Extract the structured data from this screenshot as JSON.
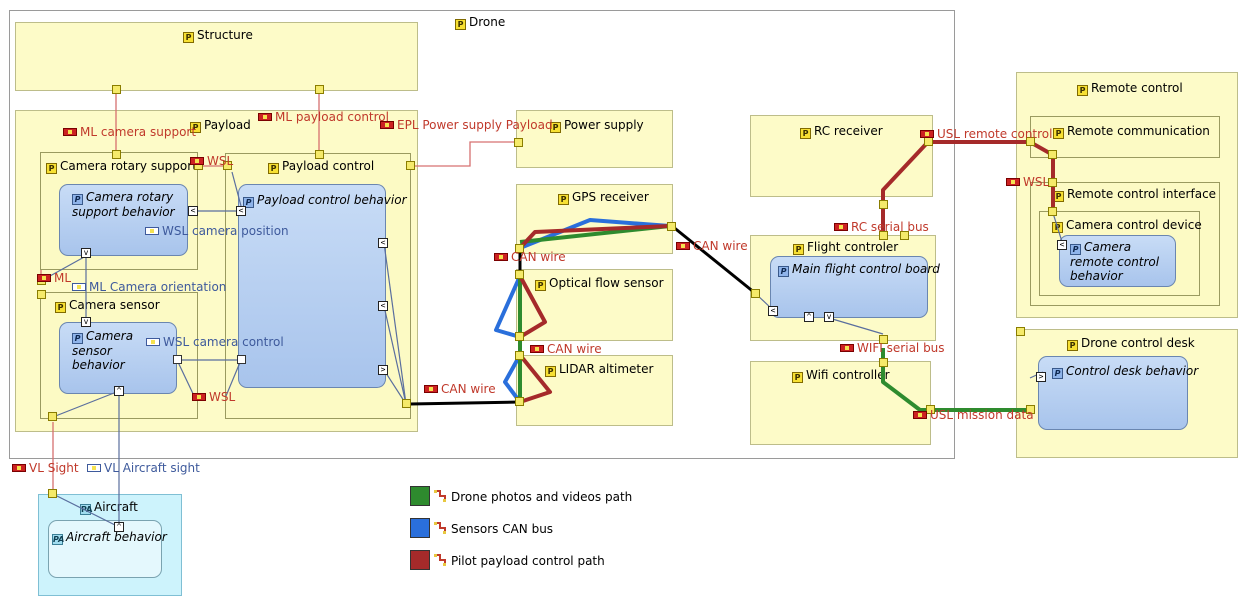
{
  "diagram": {
    "drone": {
      "title": "Drone"
    },
    "structure": {
      "title": "Structure"
    },
    "payload": {
      "title": "Payload"
    },
    "camera_rotary_support": {
      "title": "Camera rotary support"
    },
    "camera_rotary_support_behavior": {
      "title": "Camera rotary support behavior"
    },
    "camera_sensor": {
      "title": "Camera sensor"
    },
    "camera_sensor_behavior": {
      "title": "Camera sensor behavior"
    },
    "payload_control": {
      "title": "Payload control"
    },
    "payload_control_behavior": {
      "title": "Payload control behavior"
    },
    "power_supply": {
      "title": "Power supply"
    },
    "gps_receiver": {
      "title": "GPS receiver"
    },
    "optical_flow_sensor": {
      "title": "Optical flow sensor"
    },
    "lidar_altimeter": {
      "title": "LIDAR altimeter"
    },
    "rc_receiver": {
      "title": "RC receiver"
    },
    "flight_controller": {
      "title": "Flight controler"
    },
    "main_flight_control_board": {
      "title": "Main flight control board"
    },
    "wifi_controller": {
      "title": "Wifi controller"
    },
    "remote_control": {
      "title": "Remote control"
    },
    "remote_communication": {
      "title": "Remote communication"
    },
    "remote_control_interface": {
      "title": "Remote control interface"
    },
    "camera_control_device": {
      "title": "Camera control device"
    },
    "camera_remote_control_behavior": {
      "title": "Camera remote control behavior"
    },
    "drone_control_desk": {
      "title": "Drone control desk"
    },
    "control_desk_behavior": {
      "title": "Control desk behavior"
    },
    "aircraft": {
      "title": "Aircraft"
    },
    "aircraft_behavior": {
      "title": "Aircraft behavior"
    }
  },
  "icons": {
    "physical": "P",
    "actor": "PA",
    "port_in": "<",
    "port_out": ">",
    "port_up": "^",
    "port_down": "v"
  },
  "links": {
    "ml_camera_support": "ML camera support",
    "ml_payload_control": "ML payload control",
    "epl_power_supply_payload": "EPL Power supply Payload",
    "wsl_top": "WSL",
    "wsl_camera_position": "WSL camera position",
    "ml": "ML",
    "ml_camera_orientation": "ML Camera orientation",
    "wsl_camera_control": "WSL camera control",
    "wsl_bottom": "WSL",
    "can_wire_payload": "CAN wire",
    "can_wire_gps": "CAN wire",
    "can_wire_gps_flight": "CAN wire",
    "can_wire_optical": "CAN wire",
    "usl_remote_control": "USL remote control",
    "wsl_remote": "WSL",
    "rc_serial_bus": "RC serial bus",
    "wifi_serial_bus": "WIFI serial bus",
    "usl_mission_data": "USL mission data",
    "vl_sight": "VL Sight",
    "vl_aircraft_sight": "VL Aircraft sight"
  },
  "legend": {
    "items": [
      {
        "label": "Drone photos and videos path",
        "color": "#2e8b2e"
      },
      {
        "label": "Sensors CAN bus",
        "color": "#2a6fdb"
      },
      {
        "label": "Pilot payload control path",
        "color": "#a52a2a"
      }
    ]
  },
  "colors": {
    "path_green": "#2e8b2e",
    "path_blue": "#2a6fdb",
    "path_red": "#a52a2a",
    "wire_black": "#000000",
    "link_red": "#d66a6a",
    "link_blue": "#5a6e9e"
  }
}
